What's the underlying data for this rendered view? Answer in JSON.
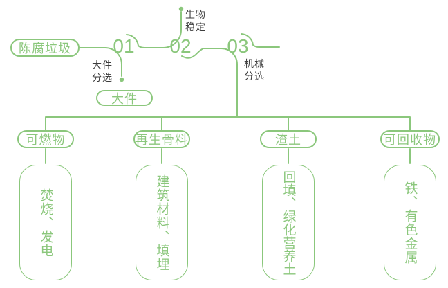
{
  "diagram": {
    "title_semantic": "陈腐垃圾处理流程",
    "source": "陈腐垃圾",
    "steps": [
      {
        "number": "01",
        "label_line1": "大件",
        "label_line2": "分选",
        "branch_label": "大件"
      },
      {
        "number": "02",
        "label_line1": "生物",
        "label_line2": "稳定"
      },
      {
        "number": "03",
        "label_line1": "机械",
        "label_line2": "分选"
      }
    ],
    "outputs": [
      {
        "category": "可燃物",
        "result": "焚烧、发电"
      },
      {
        "category": "再生骨料",
        "result": "建筑材料、填埋"
      },
      {
        "category": "渣土",
        "result": "回填、绿化营养土"
      },
      {
        "category": "可回收物",
        "result": "铁、有色金属"
      }
    ],
    "colors": {
      "green": "#8bc77c",
      "text_dark": "#3d3d3d",
      "background": "#ffffff"
    }
  }
}
